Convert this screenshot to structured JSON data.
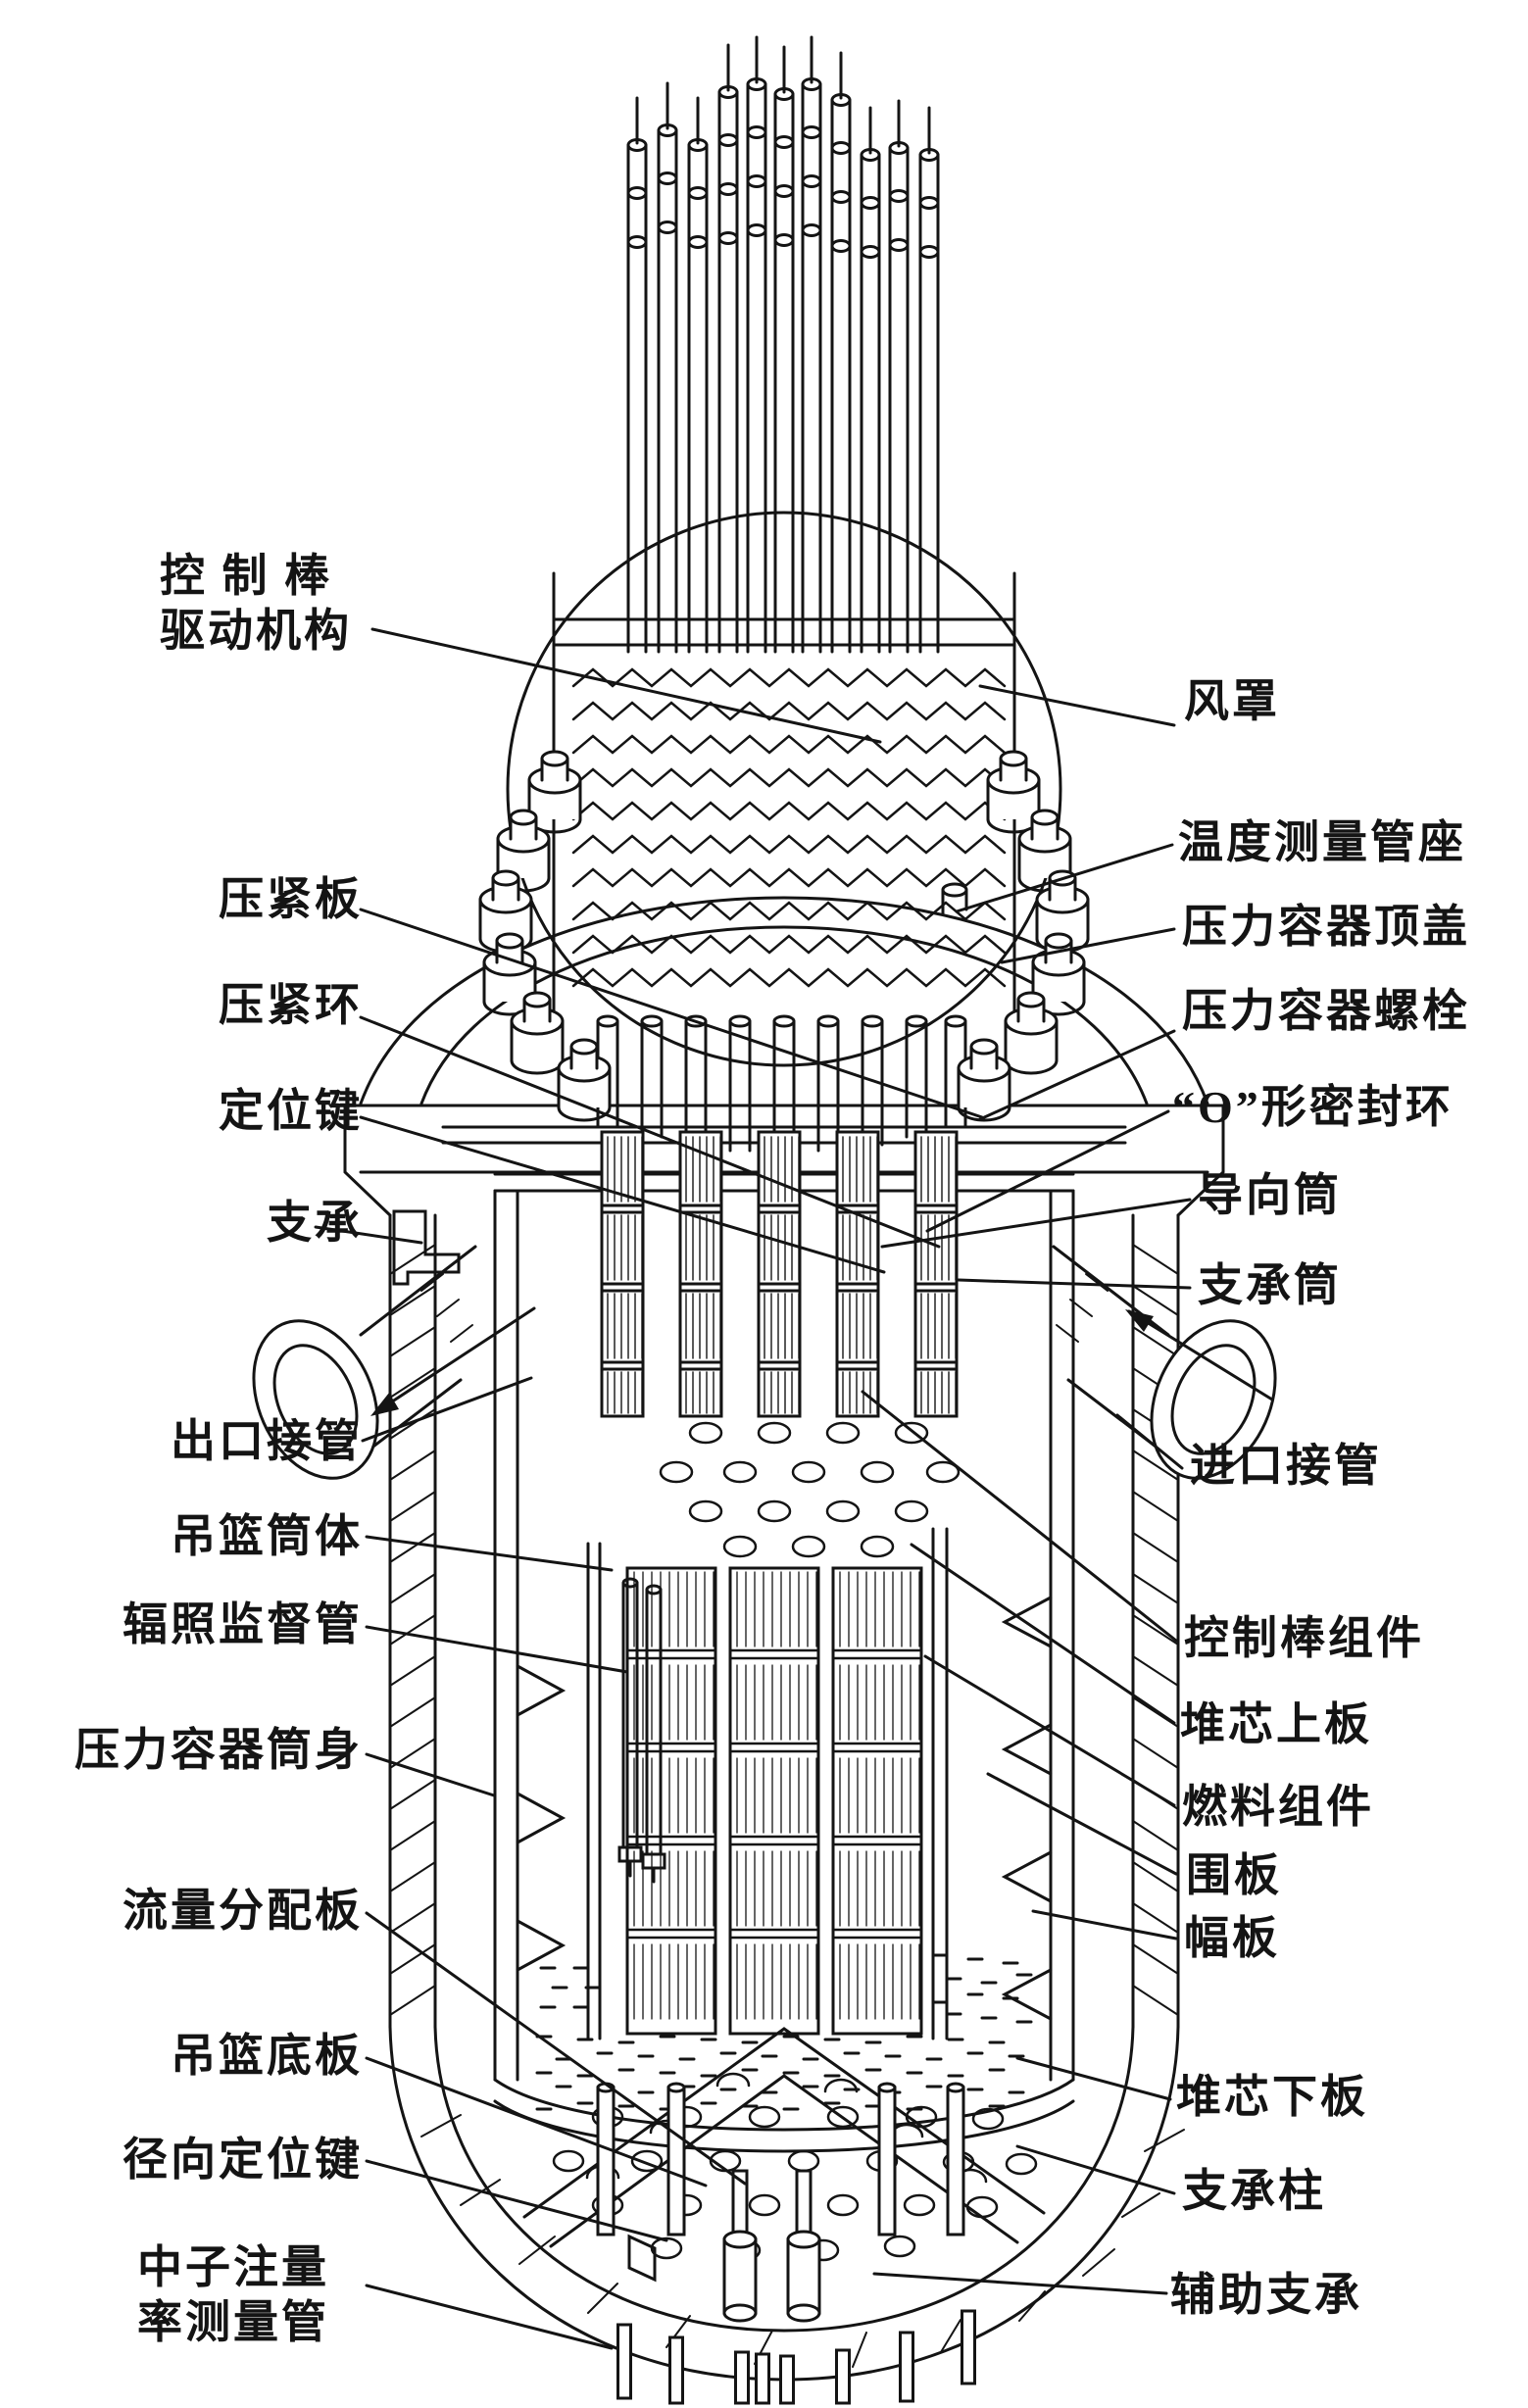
{
  "colors": {
    "ink": "#141414",
    "paper": "#ffffff"
  },
  "labels": {
    "left": [
      {
        "id": "crdm",
        "line1": "控 制 棒",
        "line2": "驱动机构"
      },
      {
        "id": "hold-down-plate",
        "text": "压紧板"
      },
      {
        "id": "hold-down-ring",
        "text": "压紧环"
      },
      {
        "id": "locating-key",
        "text": "定位键"
      },
      {
        "id": "support",
        "text": "支承"
      },
      {
        "id": "outlet-nozzle",
        "text": "出口接管"
      },
      {
        "id": "core-barrel",
        "text": "吊篮筒体"
      },
      {
        "id": "irradiation-tube",
        "text": "辐照监督管"
      },
      {
        "id": "vessel-shell",
        "text": "压力容器筒身"
      },
      {
        "id": "flow-distribution-plate",
        "text": "流量分配板"
      },
      {
        "id": "basket-bottom-plate",
        "text": "吊篮底板"
      },
      {
        "id": "radial-key",
        "text": "径向定位键"
      },
      {
        "id": "neutron-flux-tube",
        "line1": "中子注量",
        "line2": "率测量管"
      }
    ],
    "right": [
      {
        "id": "fan-shroud",
        "text": "风罩"
      },
      {
        "id": "temperature-nozzle",
        "text": "温度测量管座"
      },
      {
        "id": "vessel-head",
        "text": "压力容器顶盖"
      },
      {
        "id": "vessel-stud",
        "text": "压力容器螺栓"
      },
      {
        "id": "o-ring",
        "text": "“O”形密封环"
      },
      {
        "id": "guide-tube",
        "text": "导向筒"
      },
      {
        "id": "support-cylinder",
        "text": "支承筒"
      },
      {
        "id": "inlet-nozzle",
        "text": "进口接管"
      },
      {
        "id": "control-rod-assembly",
        "text": "控制棒组件"
      },
      {
        "id": "upper-core-plate",
        "text": "堆芯上板"
      },
      {
        "id": "fuel-assembly",
        "text": "燃料组件"
      },
      {
        "id": "baffle",
        "text": "围板"
      },
      {
        "id": "former-plate",
        "text": "幅板"
      },
      {
        "id": "lower-core-plate",
        "text": "堆芯下板"
      },
      {
        "id": "support-column",
        "text": "支承柱"
      },
      {
        "id": "auxiliary-support",
        "text": "辅助支承"
      }
    ]
  }
}
